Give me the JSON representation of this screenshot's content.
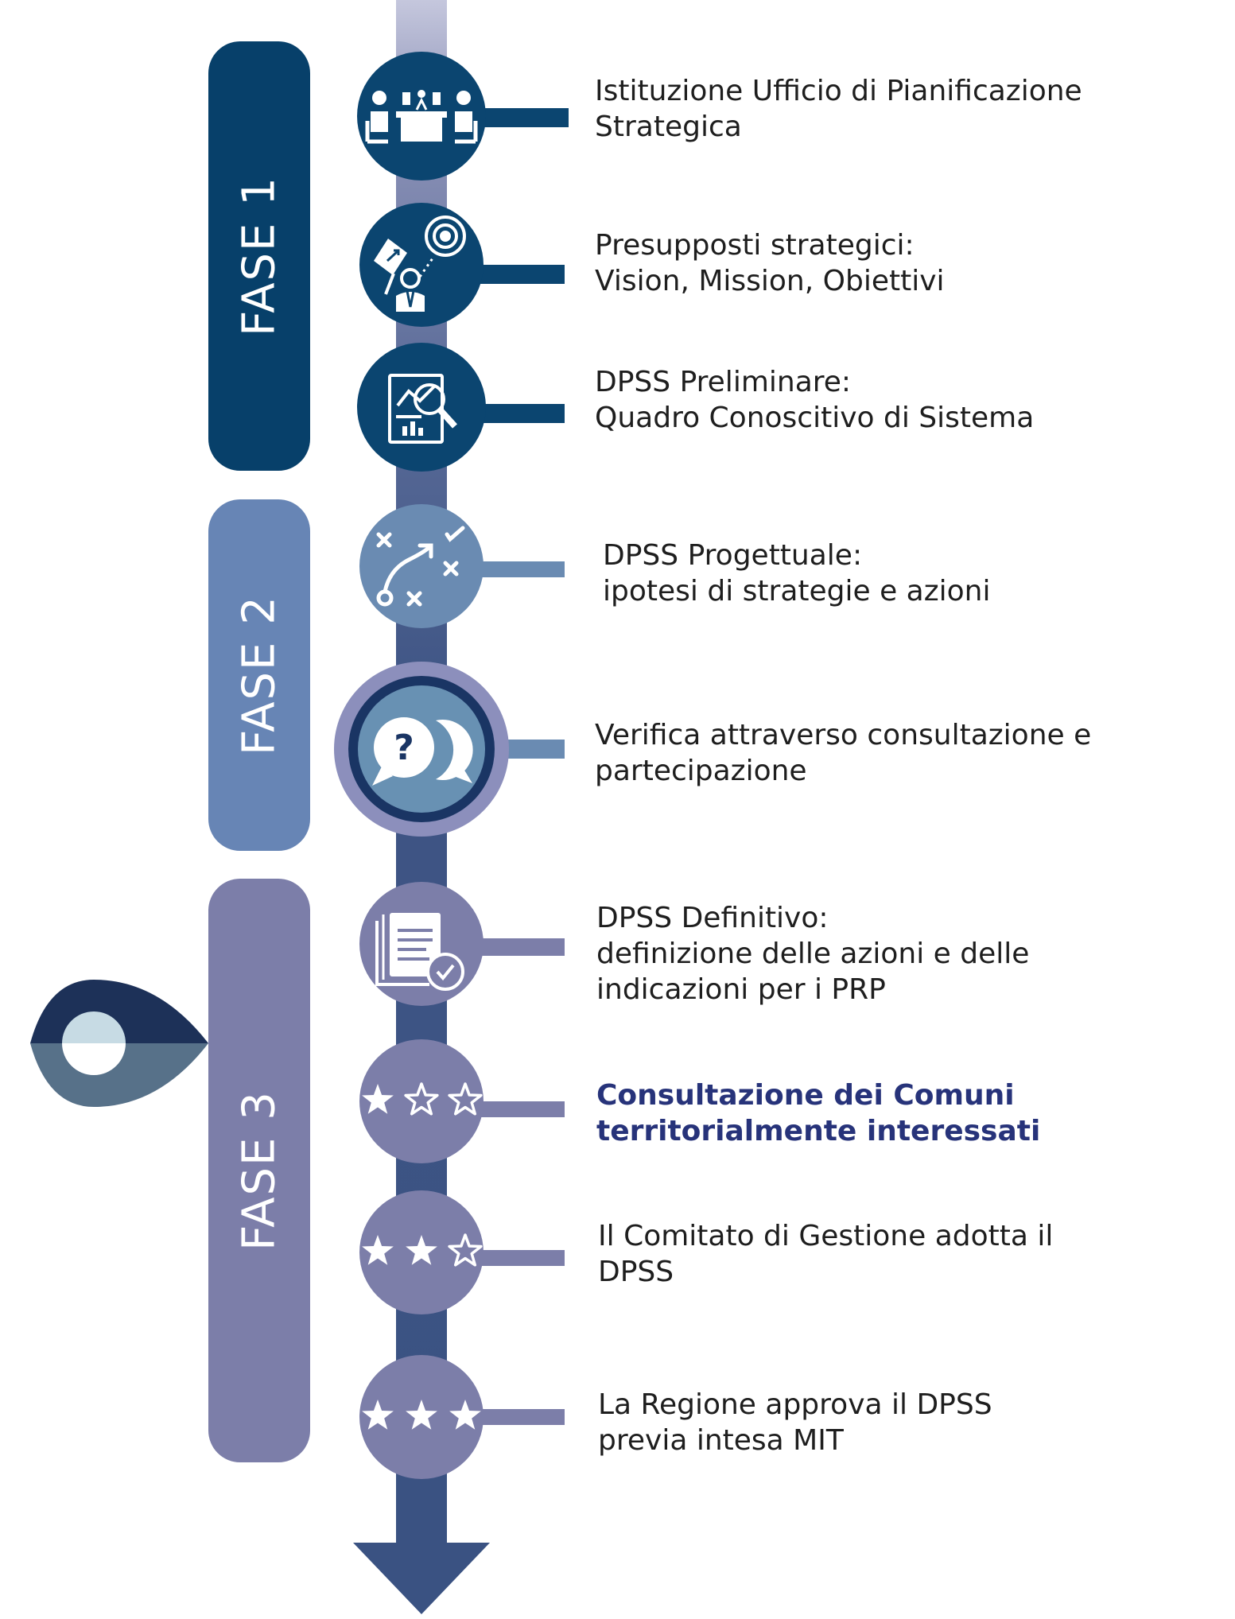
{
  "phases": [
    {
      "label": "FASE 1",
      "color": "#07406a"
    },
    {
      "label": "FASE 2",
      "color": "#6785b5"
    },
    {
      "label": "FASE 3",
      "color": "#7c7ea9"
    }
  ],
  "steps": [
    {
      "icon": "meeting-icon",
      "lines": [
        "Istituzione Ufficio di Pianificazione",
        "Strategica"
      ]
    },
    {
      "icon": "strategy-target-icon",
      "lines": [
        "Presupposti strategici:",
        "Vision, Mission, Obiettivi"
      ]
    },
    {
      "icon": "report-analysis-icon",
      "lines": [
        "DPSS Preliminare:",
        "Quadro Conoscitivo di Sistema"
      ]
    },
    {
      "icon": "strategy-plan-icon",
      "lines": [
        "DPSS Progettuale:",
        "ipotesi di strategie e azioni"
      ]
    },
    {
      "icon": "consultation-chat-icon",
      "lines": [
        "Verifica attraverso consultazione e",
        "partecipazione"
      ]
    },
    {
      "icon": "approved-document-icon",
      "lines": [
        "DPSS Definitivo:",
        "definizione delle azioni e delle",
        "indicazioni per i PRP"
      ]
    },
    {
      "icon": "one-star-icon",
      "lines": [
        "Consultazione dei Comuni",
        "territorialmente interessati"
      ],
      "highlight": true
    },
    {
      "icon": "two-stars-icon",
      "lines": [
        "Il Comitato di Gestione adotta il",
        "DPSS"
      ]
    },
    {
      "icon": "three-stars-icon",
      "lines": [
        "La Regione approva il DPSS",
        "previa intesa MIT"
      ]
    }
  ],
  "colors": {
    "timeline": "#3e5586",
    "highlight_text": "#27337a",
    "pin_top": "#1d3158",
    "pin_bottom": "#577189"
  }
}
